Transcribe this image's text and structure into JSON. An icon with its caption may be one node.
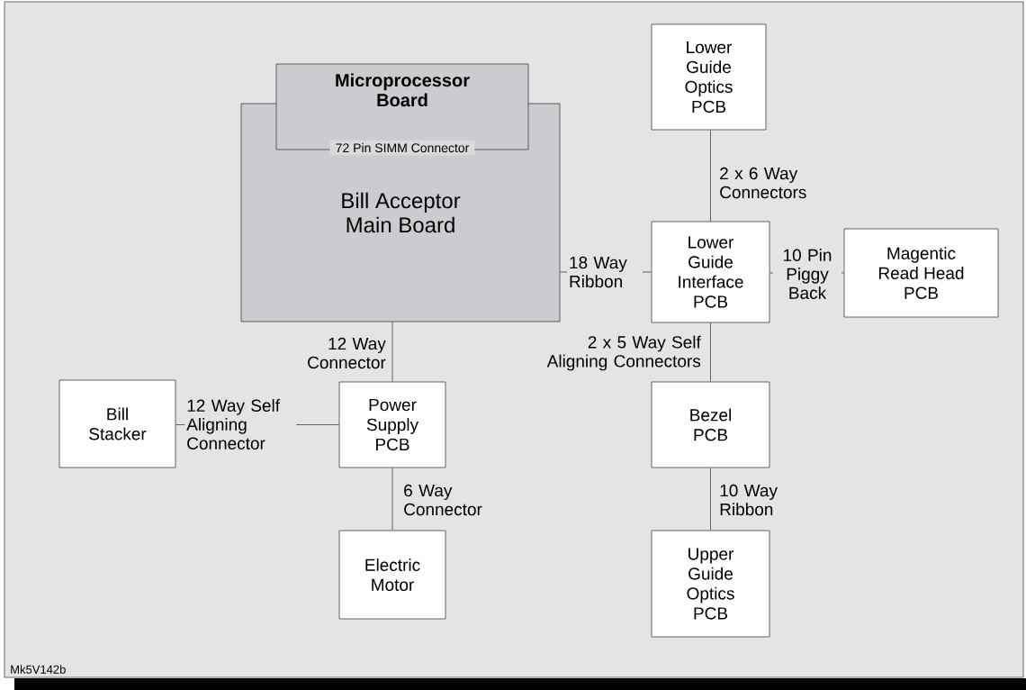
{
  "diagram": {
    "nodes": [
      {
        "text": [
          "Bill Acceptor Main Board"
        ]
      },
      {
        "text": [
          "Microprocessor Board",
          "72 Pin SIMM Connector"
        ]
      },
      {
        "text": [
          "Lower Guide Optics PCB"
        ]
      },
      {
        "text": [
          "Lower Guide Interface PCB"
        ]
      },
      {
        "text": [
          "Magentic Read Head PCB"
        ]
      },
      {
        "text": [
          "Bill Stacker"
        ]
      },
      {
        "text": [
          "Power Supply PCB"
        ]
      },
      {
        "text": [
          "Bezel PCB"
        ]
      },
      {
        "text": [
          "Electric Motor"
        ]
      },
      {
        "text": [
          "Upper Guide Optics PCB"
        ]
      }
    ],
    "edges": [
      {
        "from": 2,
        "to": 3,
        "arrow": "none",
        "label": "2 x 6 Way Connectors"
      },
      {
        "from": 0,
        "to": 3,
        "arrow": "none",
        "label": "18 Way Ribbon"
      },
      {
        "from": 3,
        "to": 4,
        "arrow": "none",
        "label": "10 Pin Piggy Back"
      },
      {
        "from": 3,
        "to": 7,
        "arrow": "none",
        "label": "2 x 5 Way Self Aligning Connectors"
      },
      {
        "from": 0,
        "to": 6,
        "arrow": "none",
        "label": "12 Way Connector"
      },
      {
        "from": 5,
        "to": 6,
        "arrow": "none",
        "label": "12 Way Self Aligning Connector"
      },
      {
        "from": 6,
        "to": 8,
        "arrow": "none",
        "label": "6 Way Connector"
      },
      {
        "from": 7,
        "to": 9,
        "arrow": "none",
        "label": "10 Way Ribbon"
      }
    ],
    "labels": [
      "Mk5V142b"
    ]
  }
}
